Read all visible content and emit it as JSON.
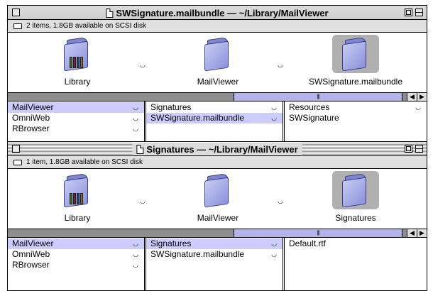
{
  "windows": [
    {
      "title": "SWSignature.mailbundle — ~/Library/MailViewer",
      "info": "2 items, 1.8GB available on SCSI disk",
      "path_items": [
        {
          "name": "Library",
          "icon": "library-folder-icon",
          "selected": false
        },
        {
          "name": "MailViewer",
          "icon": "folder-icon",
          "selected": false
        },
        {
          "name": "SWSignature.mailbundle",
          "icon": "folder-icon",
          "selected": true
        }
      ],
      "columns": [
        {
          "items": [
            {
              "label": "MailViewer",
              "selected": true,
              "folder": true
            },
            {
              "label": "OmniWeb",
              "selected": false,
              "folder": true
            },
            {
              "label": "RBrowser",
              "selected": false,
              "folder": true
            }
          ]
        },
        {
          "items": [
            {
              "label": "Signatures",
              "selected": false,
              "folder": true
            },
            {
              "label": "SWSignature.mailbundle",
              "selected": true,
              "folder": true
            }
          ]
        },
        {
          "items": [
            {
              "label": "Resources",
              "selected": false,
              "folder": true
            },
            {
              "label": "SWSignature",
              "selected": false,
              "folder": false
            }
          ]
        }
      ]
    },
    {
      "title": "Signatures — ~/Library/MailViewer",
      "info": "1 item, 1.8GB available on SCSI disk",
      "path_items": [
        {
          "name": "Library",
          "icon": "library-folder-icon",
          "selected": false
        },
        {
          "name": "MailViewer",
          "icon": "folder-icon",
          "selected": false
        },
        {
          "name": "Signatures",
          "icon": "folder-icon",
          "selected": true
        }
      ],
      "columns": [
        {
          "items": [
            {
              "label": "MailViewer",
              "selected": true,
              "folder": true
            },
            {
              "label": "OmniWeb",
              "selected": false,
              "folder": true
            },
            {
              "label": "RBrowser",
              "selected": false,
              "folder": true
            }
          ]
        },
        {
          "items": [
            {
              "label": "Signatures",
              "selected": true,
              "folder": true
            },
            {
              "label": "SWSignature.mailbundle",
              "selected": false,
              "folder": true
            }
          ]
        },
        {
          "items": [
            {
              "label": "Default.rtf",
              "selected": false,
              "folder": false
            }
          ]
        }
      ]
    }
  ],
  "colors": {
    "selection": "#ccccff",
    "folder": "#8a91da",
    "scroll_thumb": "#b4b4ec"
  }
}
